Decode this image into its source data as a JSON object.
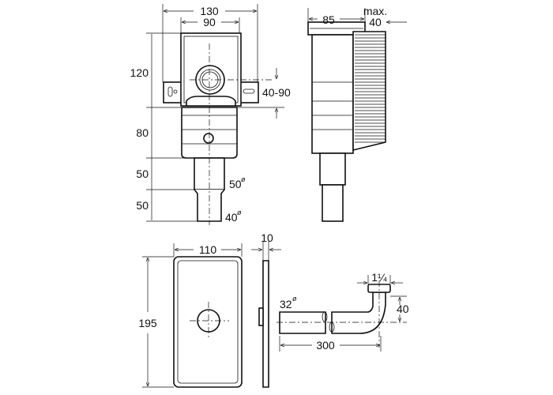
{
  "front_view": {
    "width_outer": "130",
    "width_inner": "90",
    "height_box": "120",
    "height_body": "80",
    "height_pipe_upper": "50",
    "height_pipe_lower": "50",
    "offset_range": "40-90",
    "pipe_upper_diameter": "50",
    "pipe_lower_diameter": "40",
    "diameter_symbol": "ø"
  },
  "side_view": {
    "depth": "85",
    "max_label": "max.",
    "max_value": "40"
  },
  "cover_plate": {
    "width": "110",
    "height": "195",
    "thickness": "10"
  },
  "drain_pipe": {
    "diameter": "32",
    "length": "300",
    "thread": "1¼",
    "rise": "40",
    "diameter_symbol": "ø"
  }
}
